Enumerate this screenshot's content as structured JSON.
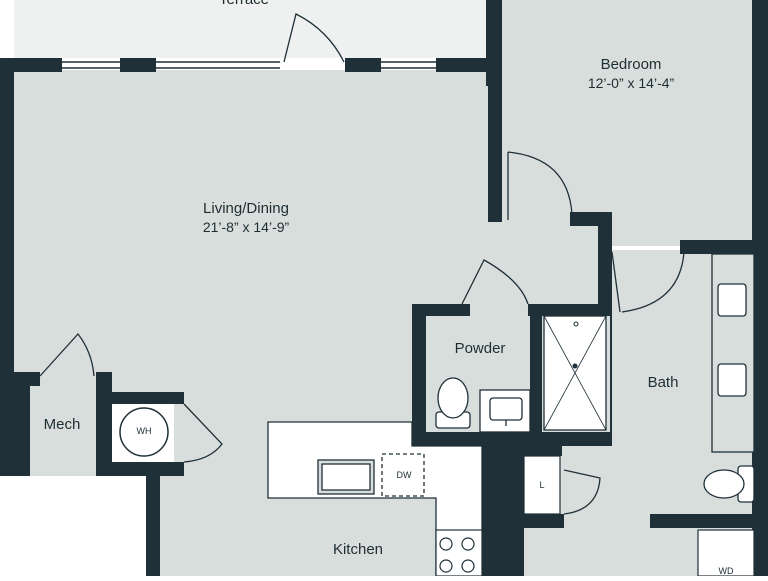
{
  "colors": {
    "wall": "#1f3038",
    "floor": "#d7dedb",
    "outside": "#ffffff",
    "terrace": "#eef1ef",
    "fixture": "#ffffff",
    "line": "#1f3038"
  },
  "rooms": {
    "terrace": {
      "name": "Terrace"
    },
    "bedroom": {
      "name": "Bedroom",
      "dims": "12’-0” x 14’-4”"
    },
    "living": {
      "name": "Living/Dining",
      "dims": "21’-8” x 14’-9”"
    },
    "powder": {
      "name": "Powder"
    },
    "bath": {
      "name": "Bath"
    },
    "mech": {
      "name": "Mech"
    },
    "kitchen": {
      "name": "Kitchen"
    }
  },
  "fixtures": {
    "water_heater": "WH",
    "dishwasher": "DW",
    "linen": "L",
    "washer_dryer": "WD"
  },
  "icons": [
    "toilet-icon",
    "sink-icon",
    "shower-icon",
    "cooktop-icon",
    "door-swing-icon",
    "window-icon"
  ]
}
